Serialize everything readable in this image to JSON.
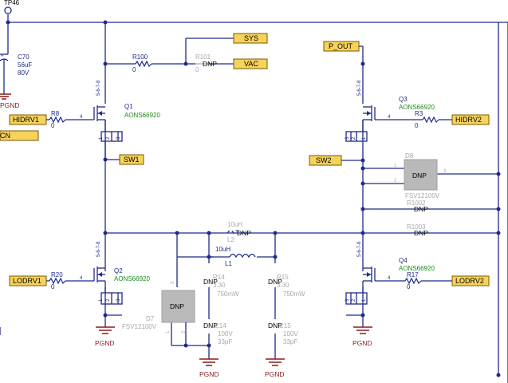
{
  "testpoint": {
    "label": "TP46"
  },
  "net_labels": {
    "sys": "SYS",
    "vac": "VAC",
    "p_out": "P_OUT",
    "hidrv1": "HIDRV1",
    "cn": "CN",
    "sw1": "SW1",
    "sw2": "SW2",
    "hidrv2": "HIDRV2",
    "lodrv1": "LODRV1",
    "lodrv2": "LODRV2"
  },
  "components": {
    "c70": {
      "ref": "C70",
      "value": "56uF",
      "voltage": "80V"
    },
    "r100": {
      "ref": "R100",
      "value": "0"
    },
    "r101": {
      "ref": "R101",
      "value": "0",
      "dnp": "DNP"
    },
    "r8": {
      "ref": "R8",
      "value": "0"
    },
    "q1": {
      "ref": "Q1",
      "part": "AONS66920"
    },
    "q3": {
      "ref": "Q3",
      "part": "AONS66920"
    },
    "r3": {
      "ref": "R3",
      "value": "0"
    },
    "d8": {
      "ref": "D8",
      "part": "FSV12100V",
      "dnp": "DNP"
    },
    "r1002": {
      "ref": "R1002",
      "dnp": "DNP"
    },
    "r1003": {
      "ref": "R1003",
      "dnp": "DNP"
    },
    "r17": {
      "ref": "R17",
      "value": "0"
    },
    "l2": {
      "ref": "L2",
      "value": "10uH",
      "dnp": "DNP"
    },
    "l1": {
      "ref": "L1",
      "value": "10uH"
    },
    "q2": {
      "ref": "Q2",
      "part": "AONS66920"
    },
    "q4": {
      "ref": "Q4",
      "part": "AONS66920"
    },
    "r20": {
      "ref": "R20",
      "value": "0"
    },
    "d7": {
      "ref": "D7",
      "part": "FSV12100V",
      "dnp": "DNP"
    },
    "r14": {
      "ref": "R14",
      "value": "3.30",
      "power": "750mW",
      "dnp": "DNP"
    },
    "r15": {
      "ref": "R15",
      "value": "3.30",
      "power": "750mW",
      "dnp": "DNP"
    },
    "c14": {
      "ref": "C14",
      "voltage": "100V",
      "value": "33pF",
      "dnp": "DNP"
    },
    "c15": {
      "ref": "C15",
      "voltage": "100V",
      "value": "33pF",
      "dnp": "DNP"
    }
  },
  "pins": {
    "drain": "5-6-7-8",
    "gate": "4",
    "s1": "1",
    "s2": "2",
    "s3": "3",
    "d_k": "1",
    "d_a": "2",
    "d_tab": "3",
    "plus": "+"
  },
  "ground": {
    "label": "PGND"
  },
  "colors": {
    "wire": "#1f2a8a",
    "net_fill": "#f6d35a",
    "ground": "#8b1a1a",
    "part": "#1a8a1a",
    "dnp_grey": "#a8a8a8"
  }
}
